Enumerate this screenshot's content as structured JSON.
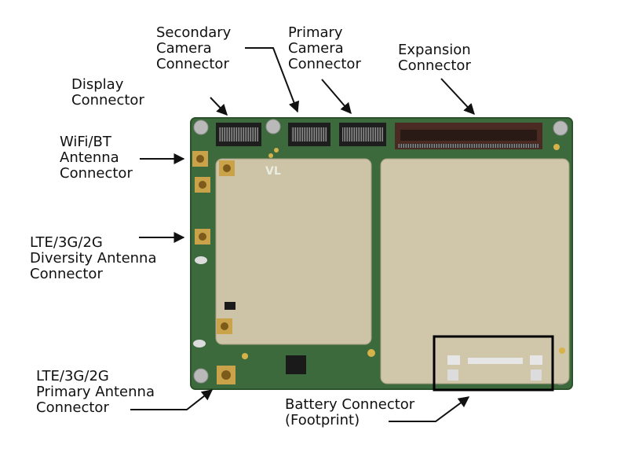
{
  "colors": {
    "pcb": "#3c6a3c",
    "shield": "#cdc3a6",
    "connector": "#1e1e1e",
    "arrow": "#111111",
    "highlight_box": "#000000"
  },
  "labels": {
    "display": [
      "Display",
      "Connector"
    ],
    "secondary_camera": [
      "Secondary",
      "Camera",
      "Connector"
    ],
    "primary_camera": [
      "Primary",
      "Camera",
      "Connector"
    ],
    "expansion": [
      "Expansion",
      "Connector"
    ],
    "wifi_bt": [
      "WiFi/BT",
      "Antenna",
      "Connector"
    ],
    "lte_diversity": [
      "LTE/3G/2G",
      "Diversity Antenna",
      "Connector"
    ],
    "lte_primary": [
      "LTE/3G/2G",
      "Primary Antenna",
      "Connector"
    ],
    "battery": [
      "Battery Connector",
      "(Footprint)"
    ]
  },
  "board": {
    "logo_text": "VL"
  }
}
